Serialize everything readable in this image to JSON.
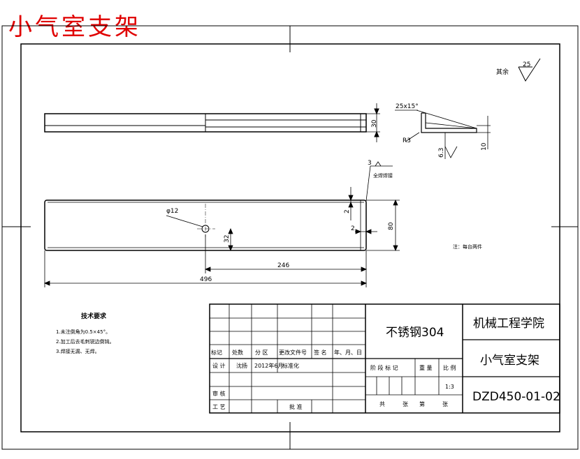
{
  "header": {
    "title": "小气室支架"
  },
  "surface": {
    "label": "其余",
    "value": "25"
  },
  "drawing": {
    "chamfer": "25x15°",
    "radius": "R3",
    "weld_size": "6.3",
    "weld_symbol": "3",
    "weld_note": "全焊焊接",
    "dim_30": "30",
    "dim_10": "10",
    "hole_dia": "φ12",
    "dim_32": "32",
    "dim_2_top": "2",
    "dim_2_side": "2",
    "dim_80": "80",
    "dim_246": "246",
    "dim_496": "496",
    "note_right": "注：每台两件"
  },
  "tech": {
    "title": "技术要求",
    "items": [
      "1.未注倒角为0.5×45°。",
      "2.加工后去毛刺锐边倒钝。",
      "3.焊接无漏、无焊。"
    ]
  },
  "titleblock": {
    "material": "不锈钢304",
    "school": "机械工程学院",
    "part_name": "小气室支架",
    "drawing_no": "DZD450-01-02",
    "row_labels": [
      "标记",
      "处数",
      "分 区",
      "更改文件号",
      "签 名",
      "年、月、日"
    ],
    "design_label": "设 计",
    "designer": "沈扬",
    "date": "2012年6月",
    "standard": "标准化",
    "review_label": "审 核",
    "process_label": "工 艺",
    "approve_label": "批 准",
    "stage_label": "阶 段 标 记",
    "weight_label": "重 量",
    "scale_label": "比 例",
    "scale": "1:3",
    "sheet_labels": [
      "共",
      "张",
      "第",
      "张"
    ]
  }
}
